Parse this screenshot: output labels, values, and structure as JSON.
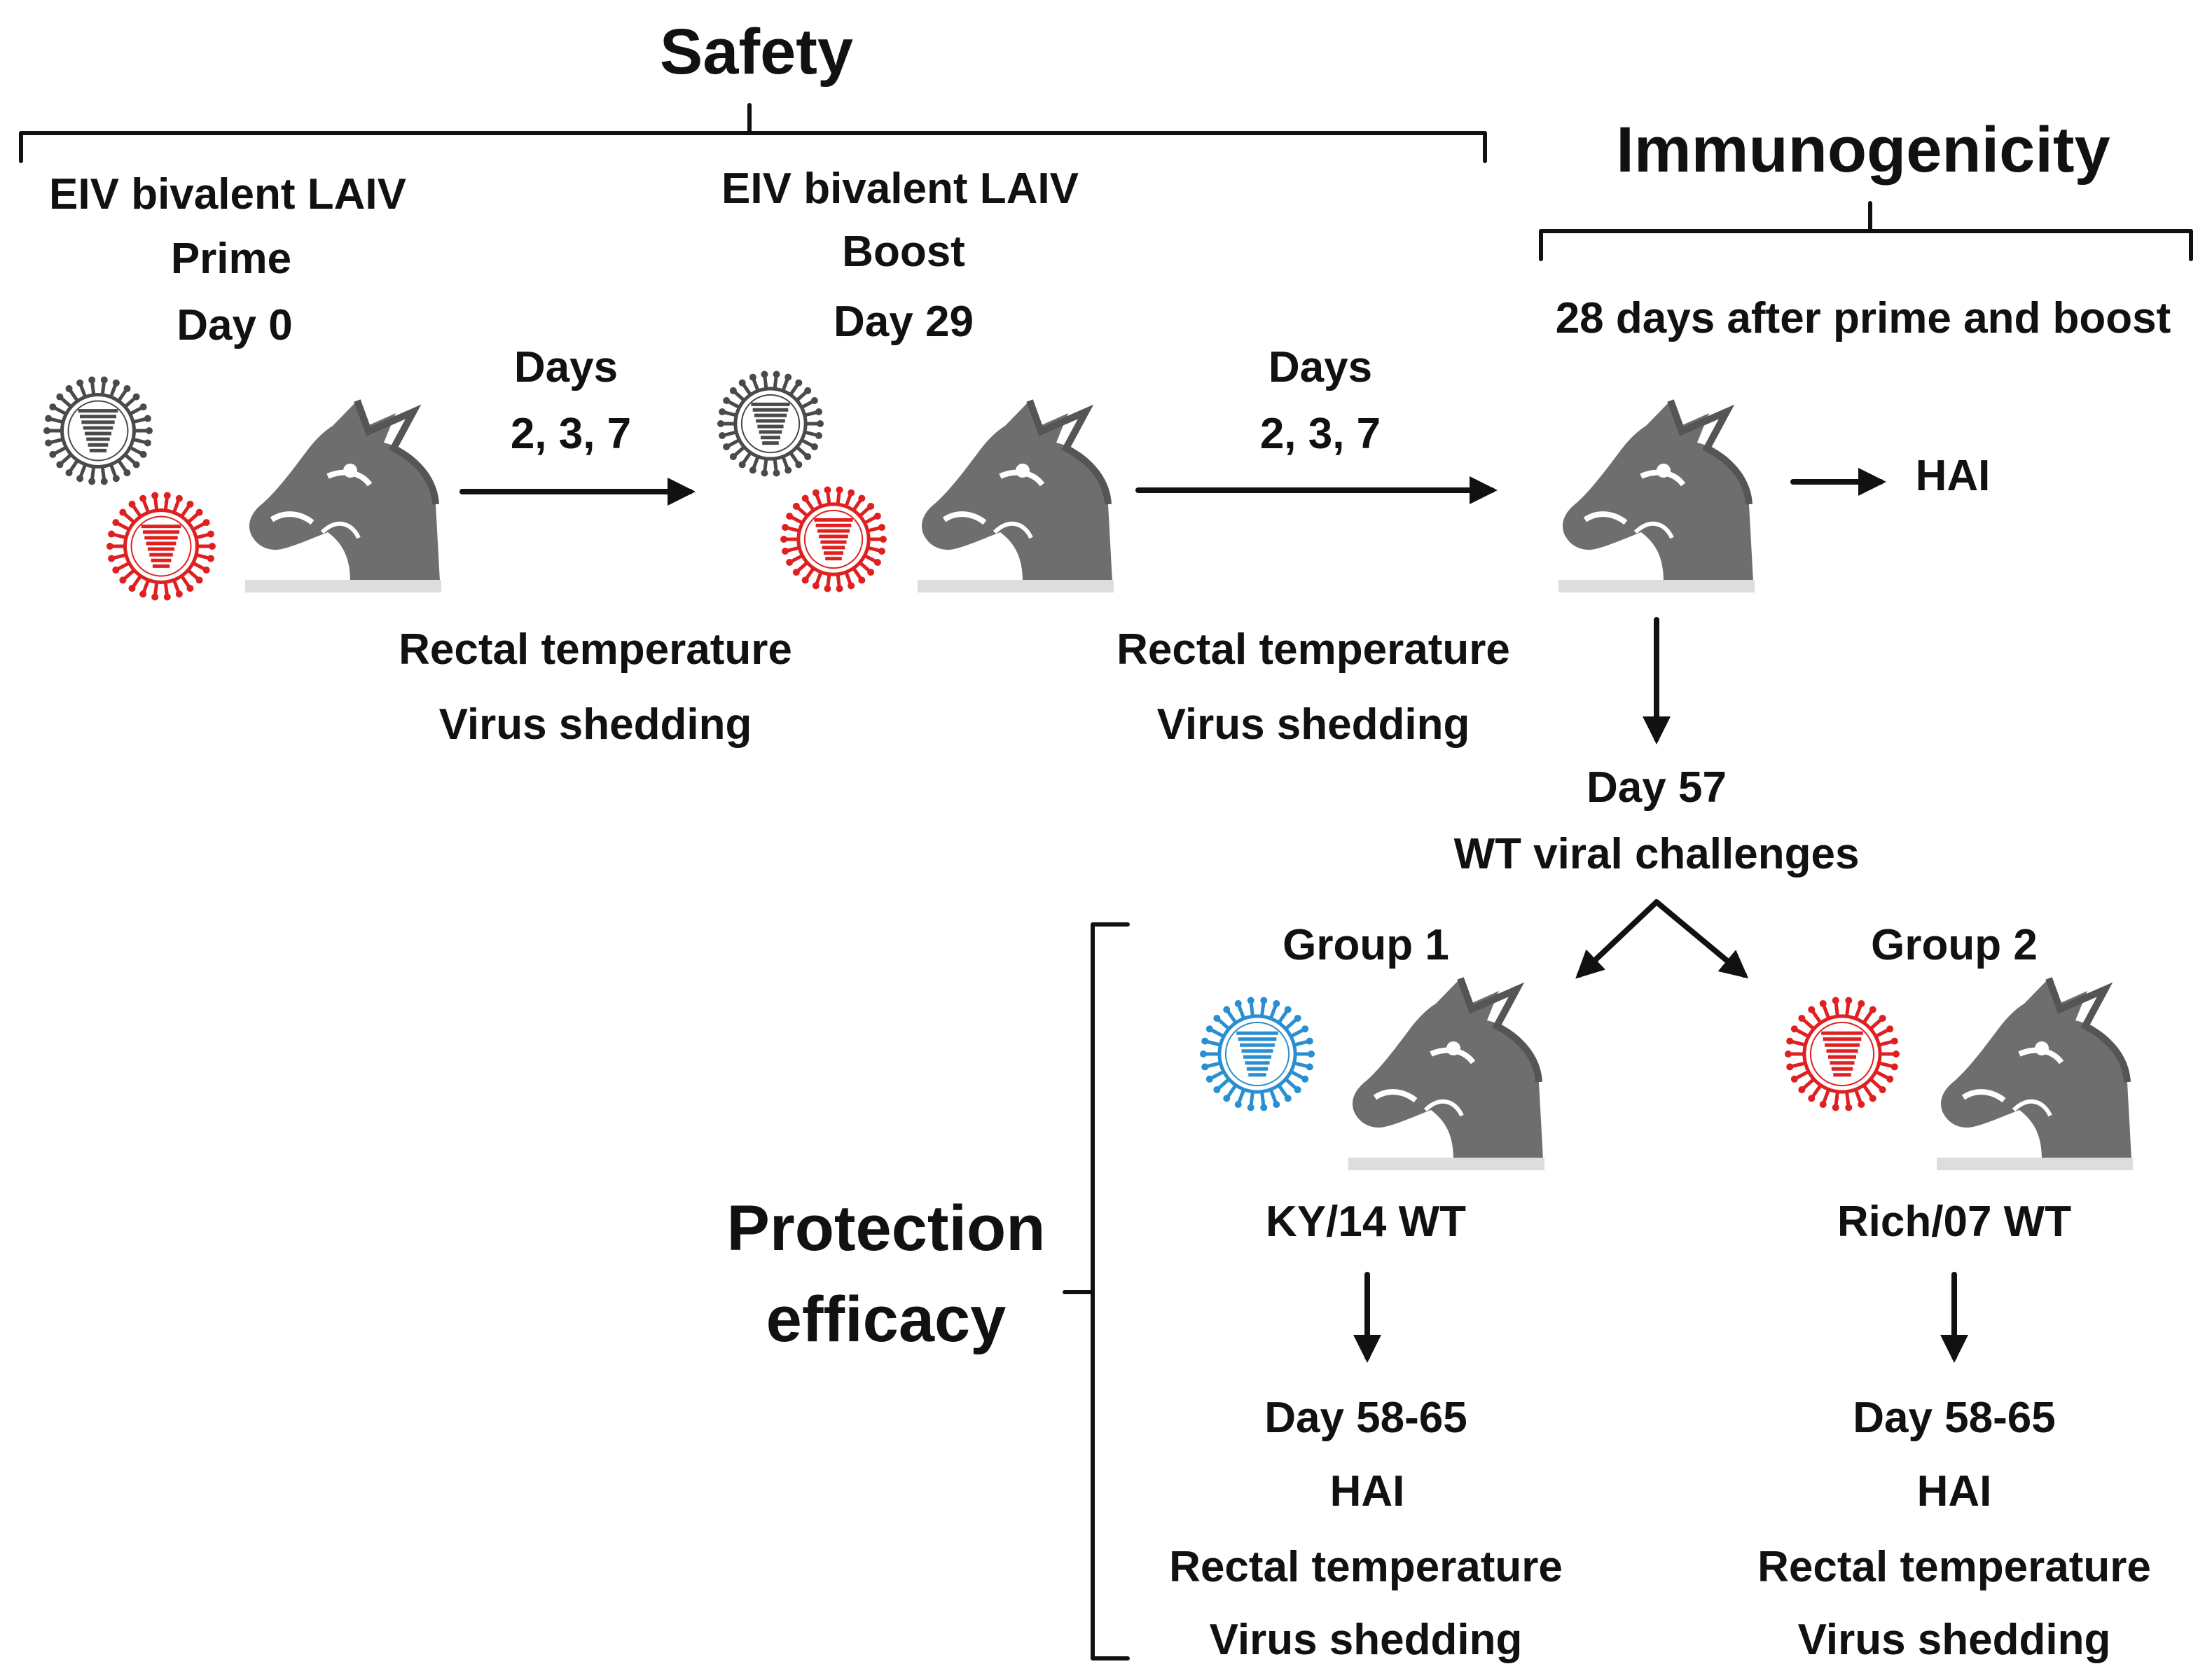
{
  "colors": {
    "text": "#111111",
    "horse": "#6e6e6e",
    "virus_dark": "#4a4a4a",
    "virus_red": "#e02020",
    "virus_blue": "#2a8fd0"
  },
  "sections": {
    "safety": "Safety",
    "immunogenicity": "Immunogenicity",
    "protection_line1": "Protection",
    "protection_line2": "efficacy"
  },
  "prime": {
    "line1": "EIV bivalent LAIV",
    "line2": "Prime",
    "line3": "Day 0"
  },
  "boost": {
    "line1": "EIV bivalent LAIV",
    "line2": "Boost",
    "line3": "Day 29"
  },
  "interval1": {
    "line1": "Days",
    "line2": "2, 3, 7"
  },
  "interval2": {
    "line1": "Days",
    "line2": "2, 3, 7"
  },
  "safety_measures1": {
    "line1": "Rectal temperature",
    "line2": "Virus shedding"
  },
  "safety_measures2": {
    "line1": "Rectal temperature",
    "line2": "Virus shedding"
  },
  "immuno": {
    "caption": "28 days after prime and boost",
    "assay": "HAI"
  },
  "challenge": {
    "line1": "Day 57",
    "line2": "WT viral challenges"
  },
  "groups": [
    {
      "title": "Group 1",
      "strain": "KY/14 WT",
      "day": "Day 58-65",
      "m1": "HAI",
      "m2": "Rectal temperature",
      "m3": "Virus shedding"
    },
    {
      "title": "Group 2",
      "strain": "Rich/07 WT",
      "day": "Day 58-65",
      "m1": "HAI",
      "m2": "Rectal temperature",
      "m3": "Virus shedding"
    }
  ],
  "icons": {
    "virus": "virus-icon",
    "horse": "horse-head-icon"
  }
}
